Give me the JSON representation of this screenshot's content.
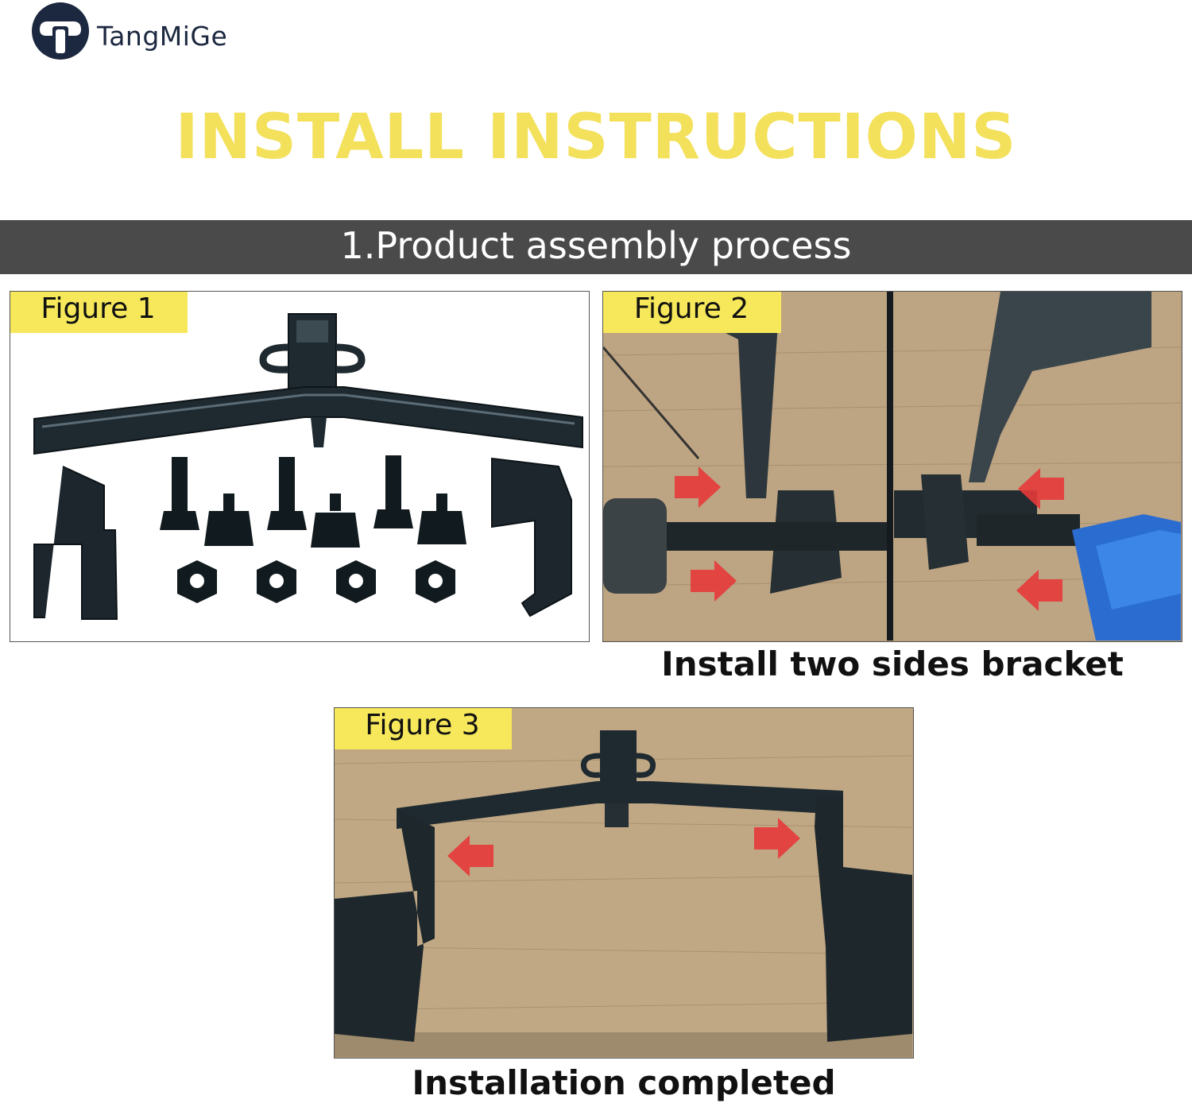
{
  "brand": {
    "name": "TangMiGe",
    "logo_icon": "tangmige-logo-icon",
    "color": "#1c2840"
  },
  "title": "INSTALL INSTRUCTIONS",
  "title_color": "#f3e05b",
  "section": {
    "title": "1.Product assembly process",
    "bar_color": "#4a4a4a"
  },
  "label_color": "#f6e85a",
  "figures": [
    {
      "label": "Figure 1",
      "caption": ""
    },
    {
      "label": "Figure 2",
      "caption": "Install two sides bracket"
    },
    {
      "label": "Figure 3",
      "caption": "Installation completed"
    }
  ]
}
